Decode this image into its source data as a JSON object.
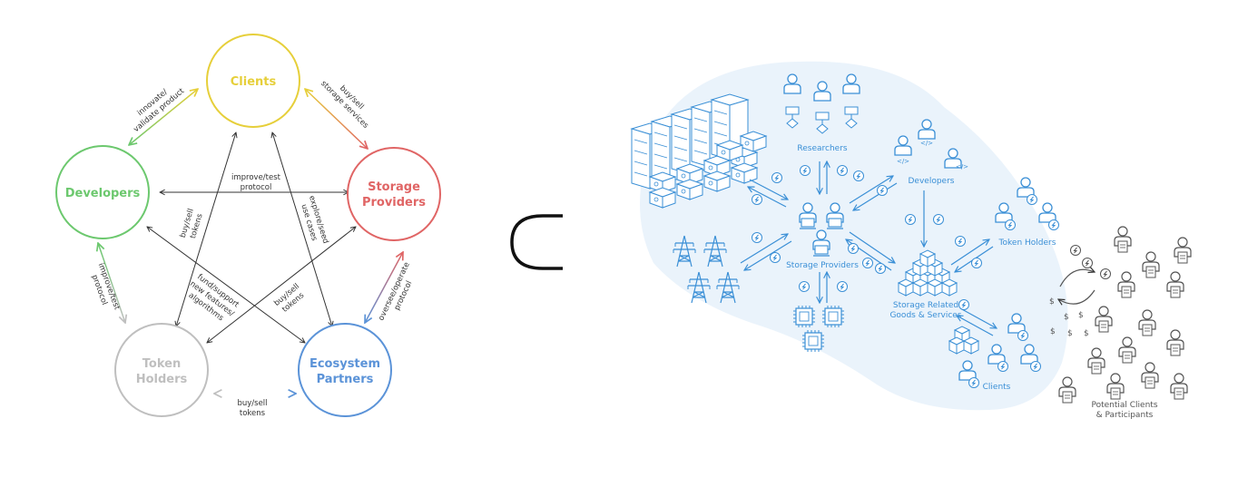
{
  "left_diagram": {
    "nodes": {
      "clients": {
        "lines": [
          "Clients"
        ],
        "color": "#e6cf3a"
      },
      "developers": {
        "lines": [
          "Developers"
        ],
        "color": "#6cc86e"
      },
      "storage_providers": {
        "lines": [
          "Storage",
          "Providers"
        ],
        "color": "#e06565"
      },
      "token_holders": {
        "lines": [
          "Token",
          "Holders"
        ],
        "color": "#bfbfbf"
      },
      "ecosystem_partners": {
        "lines": [
          "Ecosystem",
          "Partners"
        ],
        "color": "#5b93d8"
      }
    },
    "edge_labels": {
      "innovate": [
        "innovate/",
        "validate product"
      ],
      "buysell_storage": [
        "buy/sell",
        "storage services"
      ],
      "improve_center": [
        "improve/test",
        "protocol"
      ],
      "buysell_tokens_left": [
        "buy/sell",
        "tokens"
      ],
      "explore": [
        "explore/seed",
        "use cases"
      ],
      "improve_left": [
        "improve/test",
        "protocol"
      ],
      "fund": [
        "fund/support",
        "new features/",
        "algorithms"
      ],
      "buysell_tokens_mid": [
        "buy/sell",
        "tokens"
      ],
      "oversee": [
        "oversee/operate",
        "protocol"
      ],
      "buysell_tokens_bottom": [
        "buy/sell",
        "tokens"
      ]
    }
  },
  "subset_symbol": "⊂",
  "right_diagram": {
    "labels": {
      "researchers": "Researchers",
      "developers": "Developers",
      "token_holders": "Token Holders",
      "storage_providers": "Storage Providers",
      "storage_related": [
        "Storage Related",
        "Goods & Services"
      ],
      "clients": "Clients",
      "potential": [
        "Potential Clients",
        "& Participants"
      ]
    },
    "accent_color": "#3a8fd6",
    "blob_color": "#eaf3fb"
  }
}
